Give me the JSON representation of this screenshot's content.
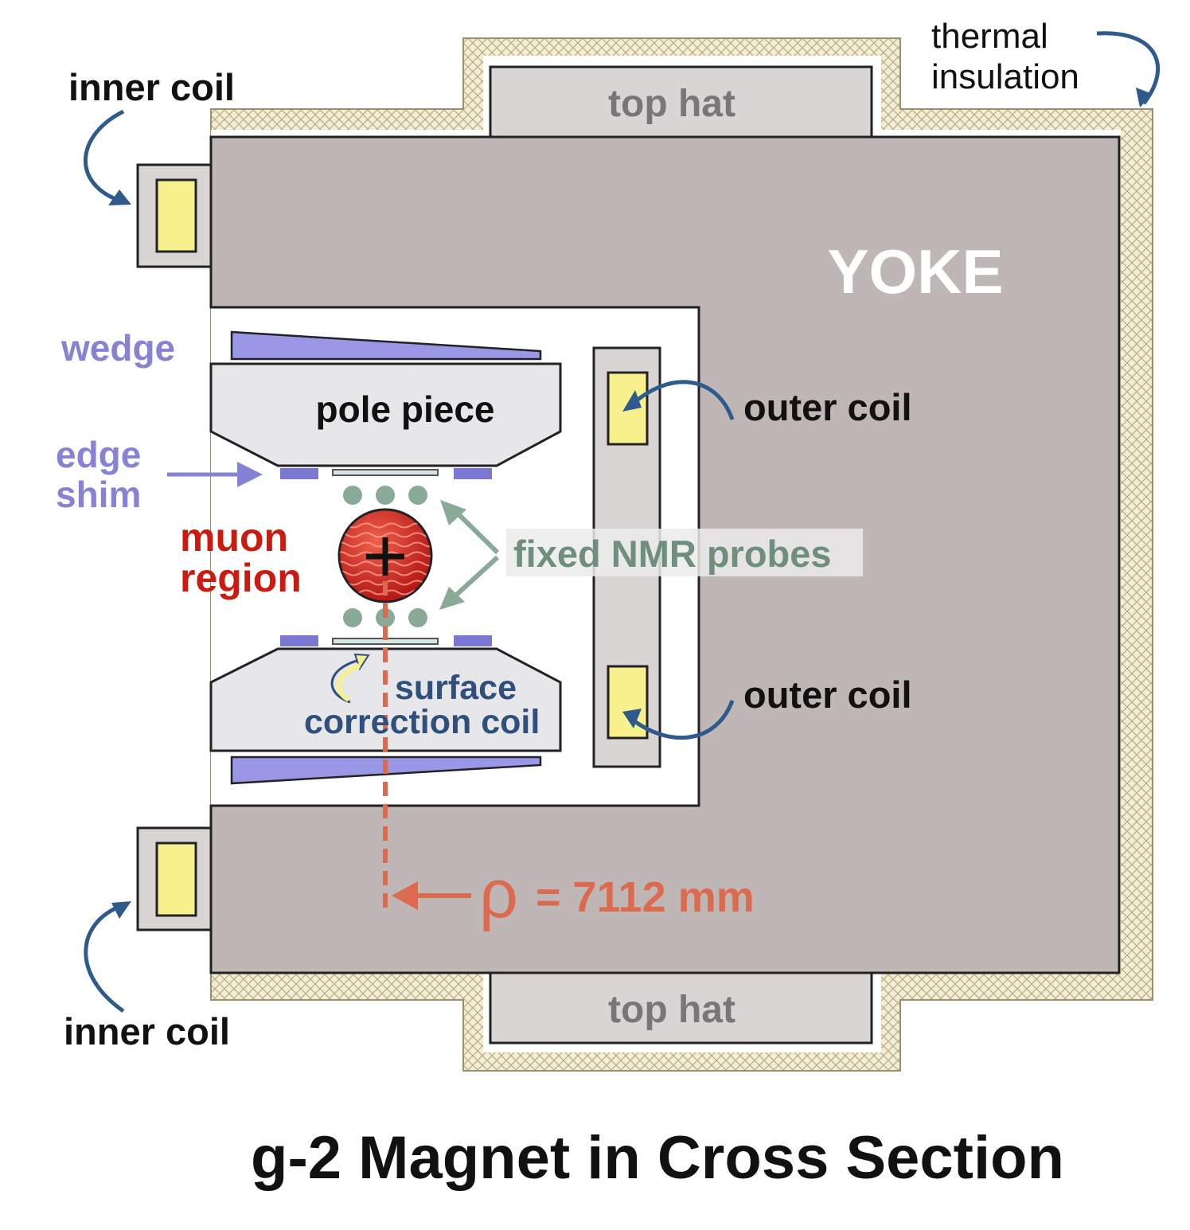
{
  "labels": {
    "thermal_insulation_line1": "thermal",
    "thermal_insulation_line2": "insulation",
    "inner_coil_top": "inner coil",
    "inner_coil_bottom": "inner coil",
    "top_hat_top": "top hat",
    "top_hat_bottom": "top hat",
    "yoke": "YOKE",
    "wedge": "wedge",
    "pole_piece": "pole piece",
    "edge_shim_line1": "edge",
    "edge_shim_line2": "shim",
    "outer_coil_top": "outer coil",
    "outer_coil_bottom": "outer coil",
    "muon_region_line1": "muon",
    "muon_region_line2": "region",
    "fixed_nmr_probes": "fixed NMR probes",
    "surface_correction_line1": "surface",
    "surface_correction_line2": "correction coil",
    "rho_symbol": "ρ",
    "rho_value": "= 7112 mm",
    "title": "g-2 Magnet in Cross Section"
  },
  "colors": {
    "yoke": "#bfb6b6",
    "top_hat": "#d9d5d5",
    "insulation": "#f3edd3",
    "coil_fill": "#f7f08c",
    "pole_piece": "#e7e6e9",
    "wedge": "#9a98e6",
    "edge_shim": "#7b78d4",
    "probe": "#8aaa98",
    "muon": "#d42020",
    "rho": "#db6a4e",
    "arrow_blue": "#2f5a8c",
    "text_purple": "#8683d4",
    "text_green": "#6f8f7c",
    "text_navy": "#2f4f7c",
    "text_red": "#cc1a10"
  }
}
